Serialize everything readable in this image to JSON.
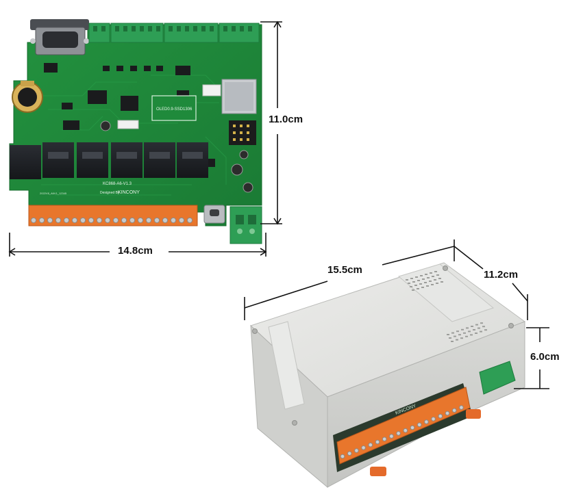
{
  "board_dimensions": {
    "width_label": "14.8cm",
    "height_label": "11.0cm"
  },
  "enclosure_dimensions": {
    "length_label": "15.5cm",
    "depth_label": "11.2cm",
    "height_label": "6.0cm"
  },
  "pcb_silkscreen": {
    "model": "KC868-A6-V1.3",
    "designer_line": "Designed By",
    "brand": "KINCONY",
    "oled_label": "OLED0.9-SSD1306",
    "small_code": "2022V8_A6V1_12345"
  },
  "enclosure_silkscreen": {
    "brand": "KINCONY"
  },
  "colors": {
    "pcb_green": "#1f8a3b",
    "terminal_orange": "#e8762c",
    "terminal_green": "#2e9e55",
    "enclosure_grey": "#e3e4e2",
    "dimension_line": "#111111"
  }
}
